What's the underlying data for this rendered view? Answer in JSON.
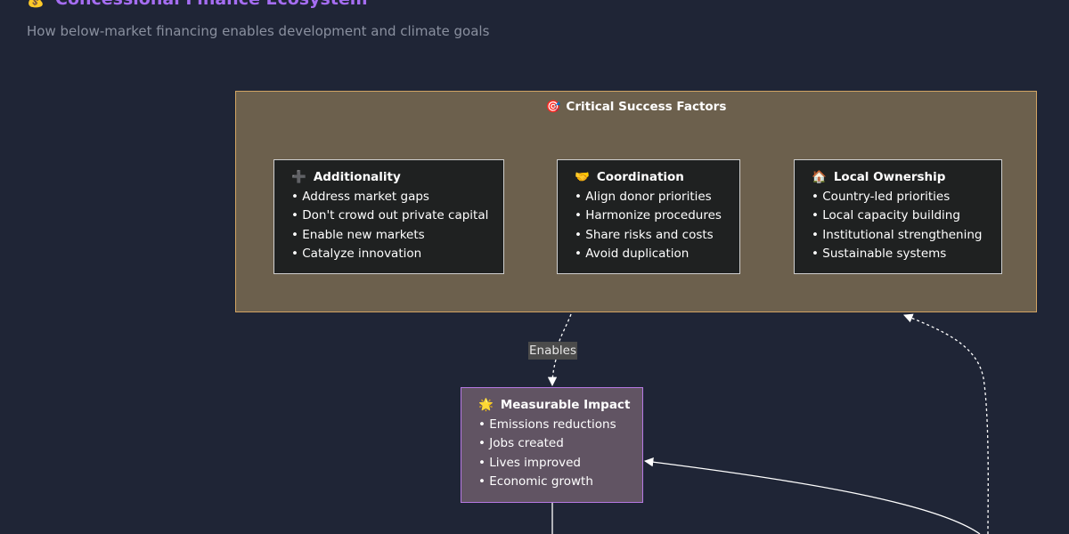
{
  "header": {
    "title": "Concessional Finance Ecosystem",
    "title_icon": "💰",
    "subtitle": "How below-market financing enables development and climate goals"
  },
  "group": {
    "title": "Critical Success Factors",
    "icon": "🎯",
    "cards": [
      {
        "icon": "➕",
        "title": "Additionality",
        "items": [
          "• Address market gaps",
          "• Don't crowd out private capital",
          "• Enable new markets",
          "• Catalyze innovation"
        ]
      },
      {
        "icon": "🤝",
        "title": "Coordination",
        "items": [
          "• Align donor priorities",
          "• Harmonize procedures",
          "• Share risks and costs",
          "• Avoid duplication"
        ]
      },
      {
        "icon": "🏠",
        "title": "Local Ownership",
        "items": [
          "• Country-led priorities",
          "• Local capacity building",
          "• Institutional strengthening",
          "• Sustainable systems"
        ]
      }
    ]
  },
  "impact": {
    "icon": "🌟",
    "title": "Measurable Impact",
    "items": [
      "• Emissions reductions",
      "• Jobs created",
      "• Lives improved",
      "• Economic growth"
    ]
  },
  "edges": {
    "enables_label": "Enables"
  },
  "colors": {
    "background": "#1f2536",
    "title": "#a56df2",
    "group_fill": "#6c604d",
    "group_border": "#d2a463",
    "impact_fill": "#615463",
    "impact_border": "#b679e3"
  }
}
